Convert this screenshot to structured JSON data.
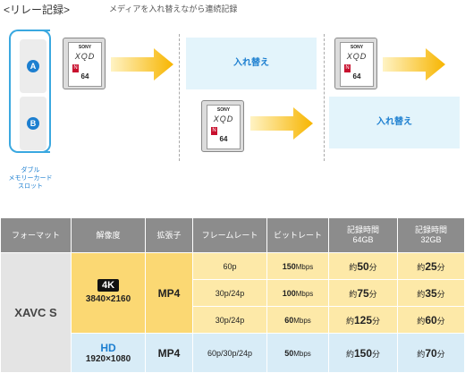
{
  "header": {
    "title": "<リレー記録>",
    "subtitle": "メディアを入れ替えながら連続記録"
  },
  "slots": {
    "a_label": "A",
    "b_label": "B",
    "caption_line1": "ダブル",
    "caption_line2": "メモリーカード",
    "caption_line3": "スロット"
  },
  "card": {
    "brand": "SONY",
    "logo": "XQD",
    "series": "N",
    "capacity": "64"
  },
  "swap_label": "入れ替え",
  "colors": {
    "accent": "#1d7fd0",
    "arrow": "#f7b500",
    "swap_bg": "#e3f4fb"
  },
  "table": {
    "headers": [
      "フォーマット",
      "解像度",
      "拡張子",
      "フレームレート",
      "ビットレート",
      "記録時間",
      "64GB",
      "記録時間",
      "32GB"
    ],
    "format": "XAVC S",
    "res_4k_logo": "4K",
    "res_4k": "3840×2160",
    "res_hd_logo": "HD",
    "res_hd": "1920×1080",
    "ext_4k": "MP4",
    "ext_hd": "MP4",
    "rows": [
      {
        "fps": "60p",
        "bitrate": "150",
        "unit": "Mbps",
        "t64_prefix": "約",
        "t64": "50",
        "t64_suffix": "分",
        "t32_prefix": "約",
        "t32": "25",
        "t32_suffix": "分"
      },
      {
        "fps": "30p/24p",
        "bitrate": "100",
        "unit": "Mbps",
        "t64_prefix": "約",
        "t64": "75",
        "t64_suffix": "分",
        "t32_prefix": "約",
        "t32": "35",
        "t32_suffix": "分"
      },
      {
        "fps": "30p/24p",
        "bitrate": "60",
        "unit": "Mbps",
        "t64_prefix": "約",
        "t64": "125",
        "t64_suffix": "分",
        "t32_prefix": "約",
        "t32": "60",
        "t32_suffix": "分"
      },
      {
        "fps": "60p/30p/24p",
        "bitrate": "50",
        "unit": "Mbps",
        "t64_prefix": "約",
        "t64": "150",
        "t64_suffix": "分",
        "t32_prefix": "約",
        "t32": "70",
        "t32_suffix": "分"
      }
    ]
  }
}
